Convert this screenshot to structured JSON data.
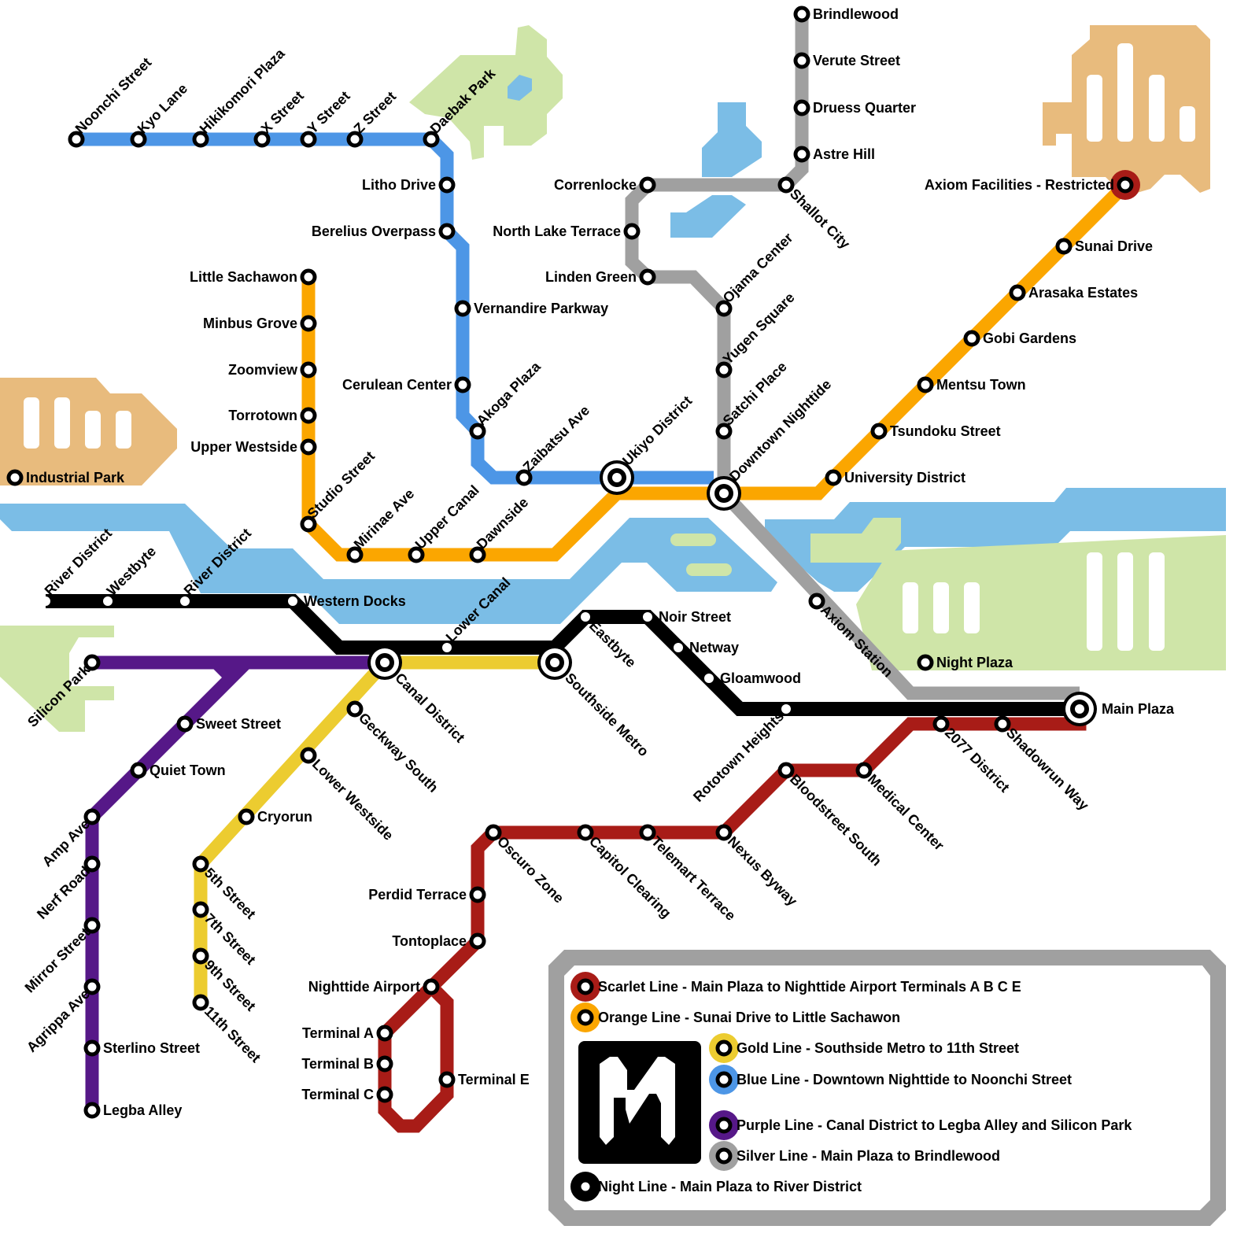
{
  "colors": {
    "water": "#7bbde6",
    "park": "#cfe5a8",
    "industrial": "#e8bb7d",
    "legend_frame": "#a0a0a0"
  },
  "lines": [
    {
      "id": "blue",
      "name": "Blue Line",
      "color": "#4d96e6",
      "stations": [
        "Noonchi Street",
        "Kyo Lane",
        "Hikikomori Plaza",
        "X Street",
        "Y Street",
        "Z Street",
        "Daebak Park",
        "Litho Drive",
        "Berelius Overpass",
        "Vernandire Parkway",
        "Cerulean Center",
        "Akoga Plaza",
        "Zaibatsu Ave"
      ]
    },
    {
      "id": "orange",
      "name": "Orange Line",
      "color": "#fba600",
      "stations": [
        "Little Sachawon",
        "Minbus Grove",
        "Zoomview",
        "Torrotown",
        "Upper Westside",
        "Studio Street",
        "Mirinae Ave",
        "Upper Canal",
        "Dawnside",
        "University District",
        "Tsundoku Street",
        "Mentsu Town",
        "Gobi Gardens",
        "Arasaka Estates",
        "Sunai Drive",
        "Axiom Facilities - Restricted"
      ]
    },
    {
      "id": "silver",
      "name": "Silver Line",
      "color": "#a0a0a0",
      "stations": [
        "Brindlewood",
        "Verute Street",
        "Druess Quarter",
        "Astre Hill",
        "Shallot City",
        "Correnlocke",
        "North Lake Terrace",
        "Linden Green",
        "Ojama Center",
        "Yugen Square",
        "Satchi Place",
        "Axiom Station"
      ]
    },
    {
      "id": "night",
      "name": "Night Line",
      "color": "#000000",
      "stations": [
        "River District",
        "Westbyte",
        "River District",
        "Western Docks",
        "Lower Canal",
        "Eastbyte",
        "Noir Street",
        "Netway",
        "Gloamwood",
        "Rototown Heights"
      ]
    },
    {
      "id": "purple",
      "name": "Purple Line",
      "color": "#561888",
      "stations": [
        "Silicon Park",
        "Sweet Street",
        "Quiet Town",
        "Amp Ave",
        "Nerf Road",
        "Mirror Street",
        "Agrippa Ave",
        "Sterlino Street",
        "Legba Alley"
      ]
    },
    {
      "id": "gold",
      "name": "Gold Line",
      "color": "#eccc30",
      "stations": [
        "Geckway South",
        "Lower Westside",
        "Cryorun",
        "5th Street",
        "7th Street",
        "9th Street",
        "11th Street"
      ]
    },
    {
      "id": "scarlet",
      "name": "Scarlet Line",
      "color": "#a81c17",
      "stations": [
        "Shadowrun Way",
        "2077 District",
        "Medical Center",
        "Bloodstreet South",
        "Nexus Byway",
        "Telemart Terrace",
        "Capitol Clearing",
        "Oscuro Zone",
        "Perdid Terrace",
        "Tontoplace",
        "Nighttide Airport",
        "Terminal A",
        "Terminal B",
        "Terminal C",
        "Terminal E"
      ]
    }
  ],
  "interchanges": [
    "Ukiyo District",
    "Downtown Nighttide",
    "Canal District",
    "Southside Metro",
    "Main Plaza"
  ],
  "standalone_stations": [
    "Industrial Park",
    "Night Plaza"
  ],
  "legend": {
    "logo": "metro-logo",
    "items": [
      {
        "line": "scarlet",
        "color": "#a81c17",
        "label": "Scarlet Line - Main Plaza to Nighttide Airport Terminals A B C E"
      },
      {
        "line": "orange",
        "color": "#fba600",
        "label": "Orange Line - Sunai Drive to Little Sachawon"
      },
      {
        "line": "gold",
        "color": "#eccc30",
        "label": "Gold Line - Southside Metro to 11th Street"
      },
      {
        "line": "blue",
        "color": "#4d96e6",
        "label": "Blue Line - Downtown Nighttide to Noonchi Street"
      },
      {
        "line": "purple",
        "color": "#561888",
        "label": "Purple Line - Canal District to Legba Alley and Silicon Park"
      },
      {
        "line": "silver",
        "color": "#a0a0a0",
        "label": "Silver Line - Main Plaza to Brindlewood"
      },
      {
        "line": "night",
        "color": "#000000",
        "label": "Night Line - Main Plaza to River District"
      }
    ]
  }
}
